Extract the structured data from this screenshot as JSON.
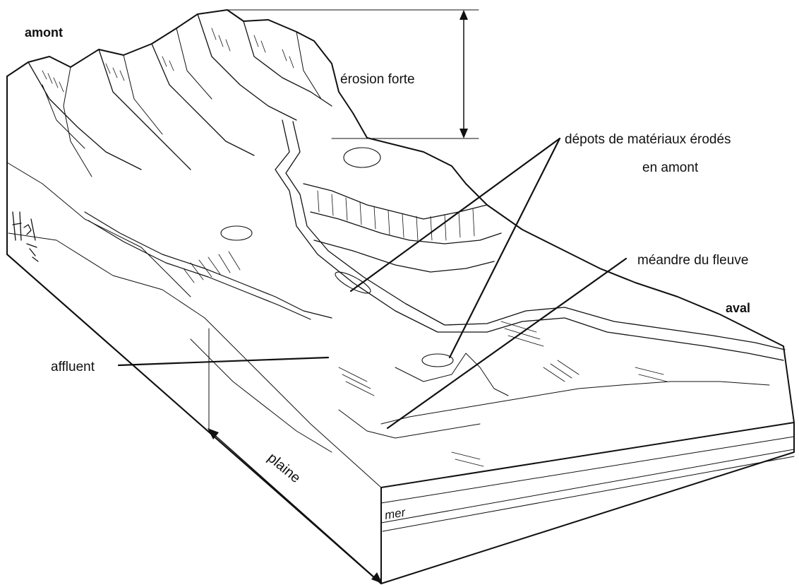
{
  "diagram": {
    "labels": {
      "upstream": "amont",
      "downstream": "aval",
      "strong_erosion": "érosion forte",
      "deposits_line1": "dépots de matériaux érodés",
      "deposits_line2": "en amont",
      "meander": "méandre du fleuve",
      "tributary": "affluent",
      "plain": "plaine",
      "sea": "mer"
    }
  }
}
